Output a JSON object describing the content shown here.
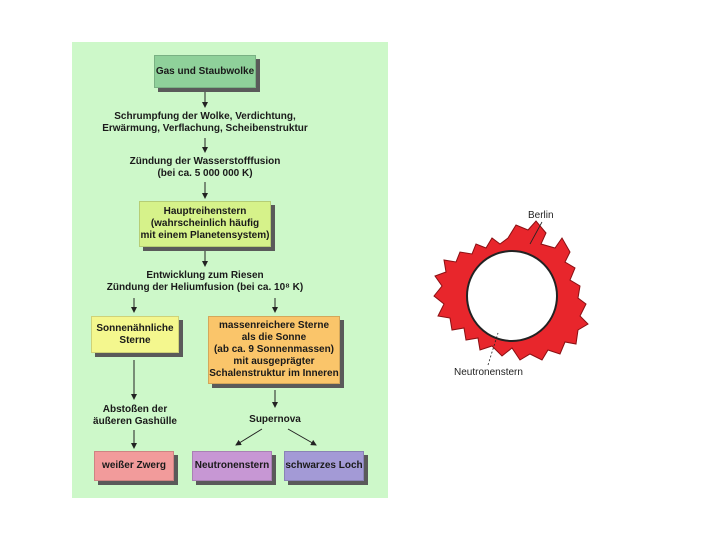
{
  "flowchart": {
    "gas_cloud": "Gas und Staubwolke",
    "contraction": "Schrumpfung der Wolke, Verdichtung,\nErwärmung, Verflachung, Scheibenstruktur",
    "ignition": "Zündung der Wasserstofffusion\n(bei  ca. 5 000 000 K)",
    "main_sequence": "Hauptreihenstern\n(wahrscheinlich häufig\nmit einem Planetensystem)",
    "giant": "Entwicklung zum Riesen\nZündung der Heliumfusion (bei ca. 10⁸ K)",
    "sunlike": "Sonnenähnliche\nSterne",
    "massive": "massenreichere Sterne\nals die Sonne\n(ab ca. 9 Sonnenmassen)\nmit ausgeprägter\nSchalenstruktur im Inneren",
    "shedding": "Abstoßen der\näußeren Gashülle",
    "supernova": "Supernova",
    "white_dwarf": "weißer Zwerg",
    "neutron_star": "Neutronenstern",
    "black_hole": "schwarzes Loch"
  },
  "illustration": {
    "city_label": "Berlin",
    "star_label": "Neutronenstern"
  },
  "colors": {
    "panel": "#cdf8c9",
    "gas_cloud": "#8fd19a",
    "main_sequence": "#d6f28a",
    "sunlike": "#f4f78e",
    "massive": "#fac56a",
    "white_dwarf": "#f29b9b",
    "neutron_star": "#c797d4",
    "black_hole": "#a39ad6",
    "city": "#e8262c"
  }
}
